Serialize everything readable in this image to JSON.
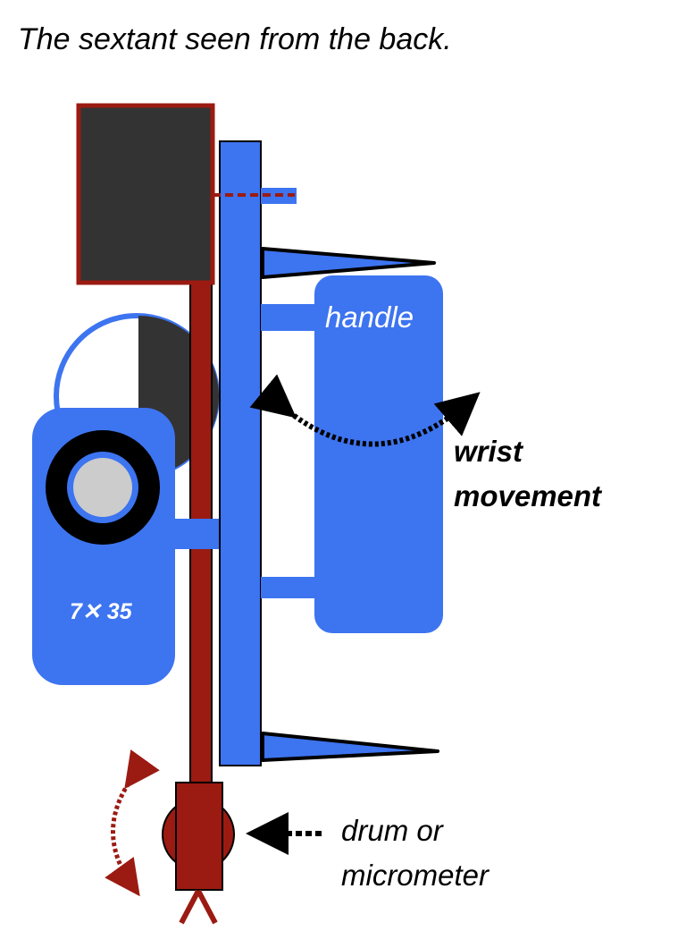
{
  "title": "The sextant seen from the back.",
  "labels": {
    "handle": "handle",
    "telescope": "7✕ 35",
    "wrist_line1": "wrist",
    "wrist_line2": "movement",
    "drum_line1": "drum or",
    "drum_line2": "micrometer"
  },
  "colors": {
    "blue": "#3d74f0",
    "dark_red": "#9b1b12",
    "dark_gray": "#333333",
    "light_gray": "#cccccc",
    "black": "#000000",
    "white": "#ffffff"
  },
  "icons": {
    "wrist_arrow": "curved-double-arrow-dashed",
    "drum_arrow": "left-arrow-dashed",
    "rotation_arrow": "curved-double-arrow-dashed"
  }
}
